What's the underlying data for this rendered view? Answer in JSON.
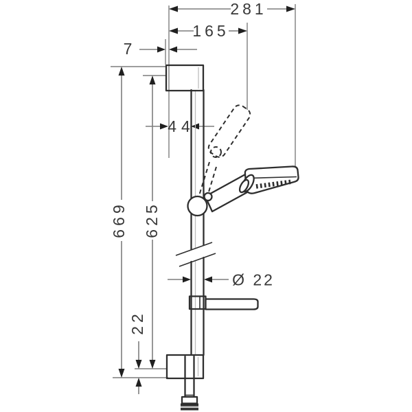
{
  "drawing": {
    "background": "#ffffff",
    "outline_color": "#2e2e2e",
    "dimension_line_color": "#7d7d7d",
    "text_color": "#383838"
  },
  "dims": {
    "top_width": "281",
    "handshower_reach": "165",
    "top_offset": "7",
    "bar_offset": "44",
    "bar_length": "669",
    "hole_distance": "625",
    "bar_diameter": "Ø 22",
    "bottom_offset": "22"
  }
}
